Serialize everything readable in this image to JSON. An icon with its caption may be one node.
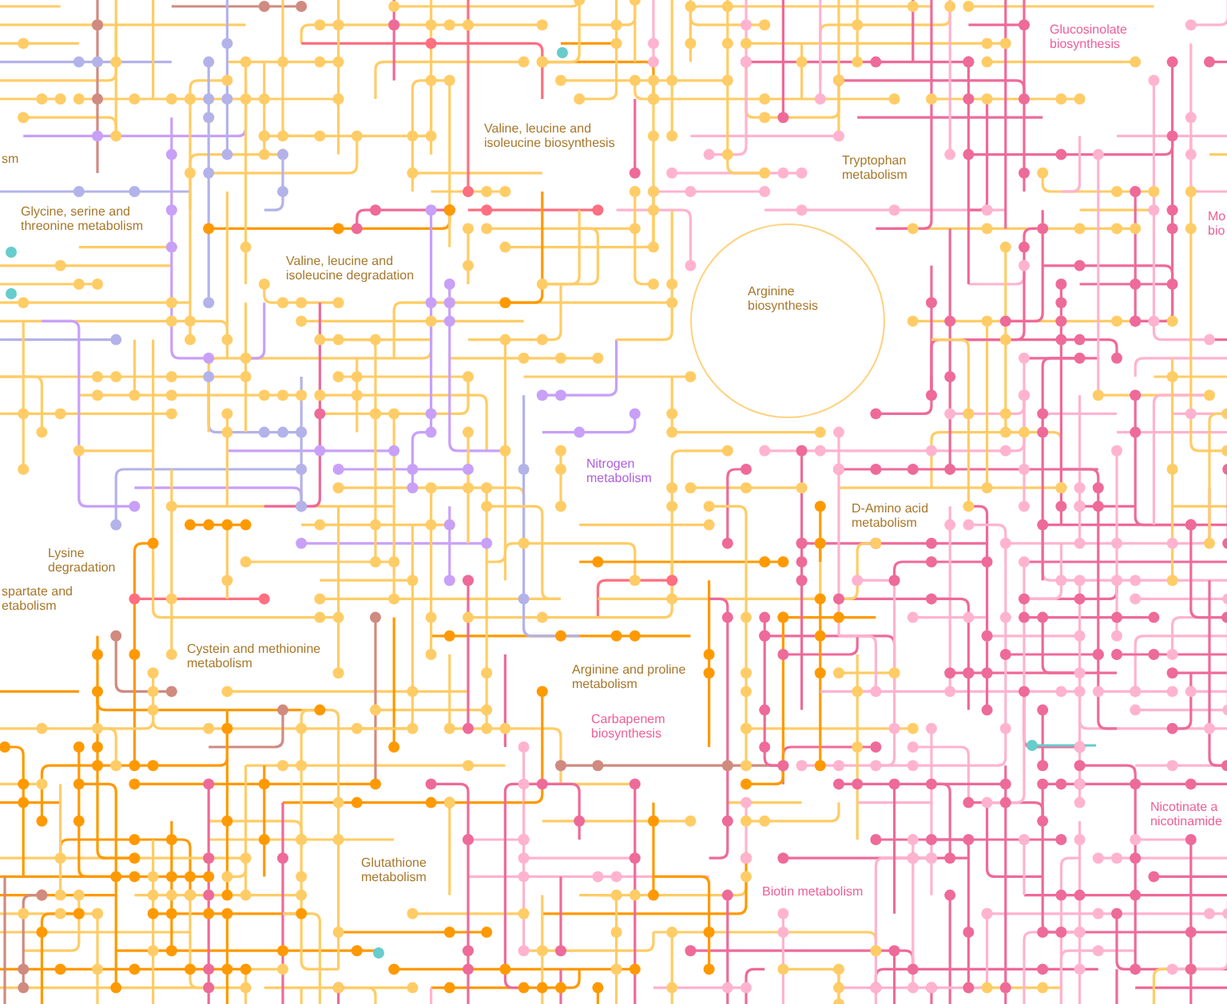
{
  "diagram": {
    "nodes": [
      {
        "text": [
          "Arginine biosynthesis"
        ]
      }
    ],
    "labels": [
      "Glucosinolate biosynthesis",
      "Valine, leucine and isoleucine biosynthesis",
      "sm",
      "Tryptophan metabolism",
      "Glycine, serine and threonine metabolism",
      "Mo bio",
      "Valine, leucine and isoleucine degradation",
      "Nitrogen metabolism",
      "D-Amino acid metabolism",
      "Lysine degradation",
      "spartate and etabolism",
      "Cystein and methionine metabolism",
      "Arginine and proline metabolism",
      "Carbapenem biosynthesis",
      "Nicotinate a nicotinamide",
      "Glutathione metabolism",
      "Biotin metabolism"
    ]
  }
}
